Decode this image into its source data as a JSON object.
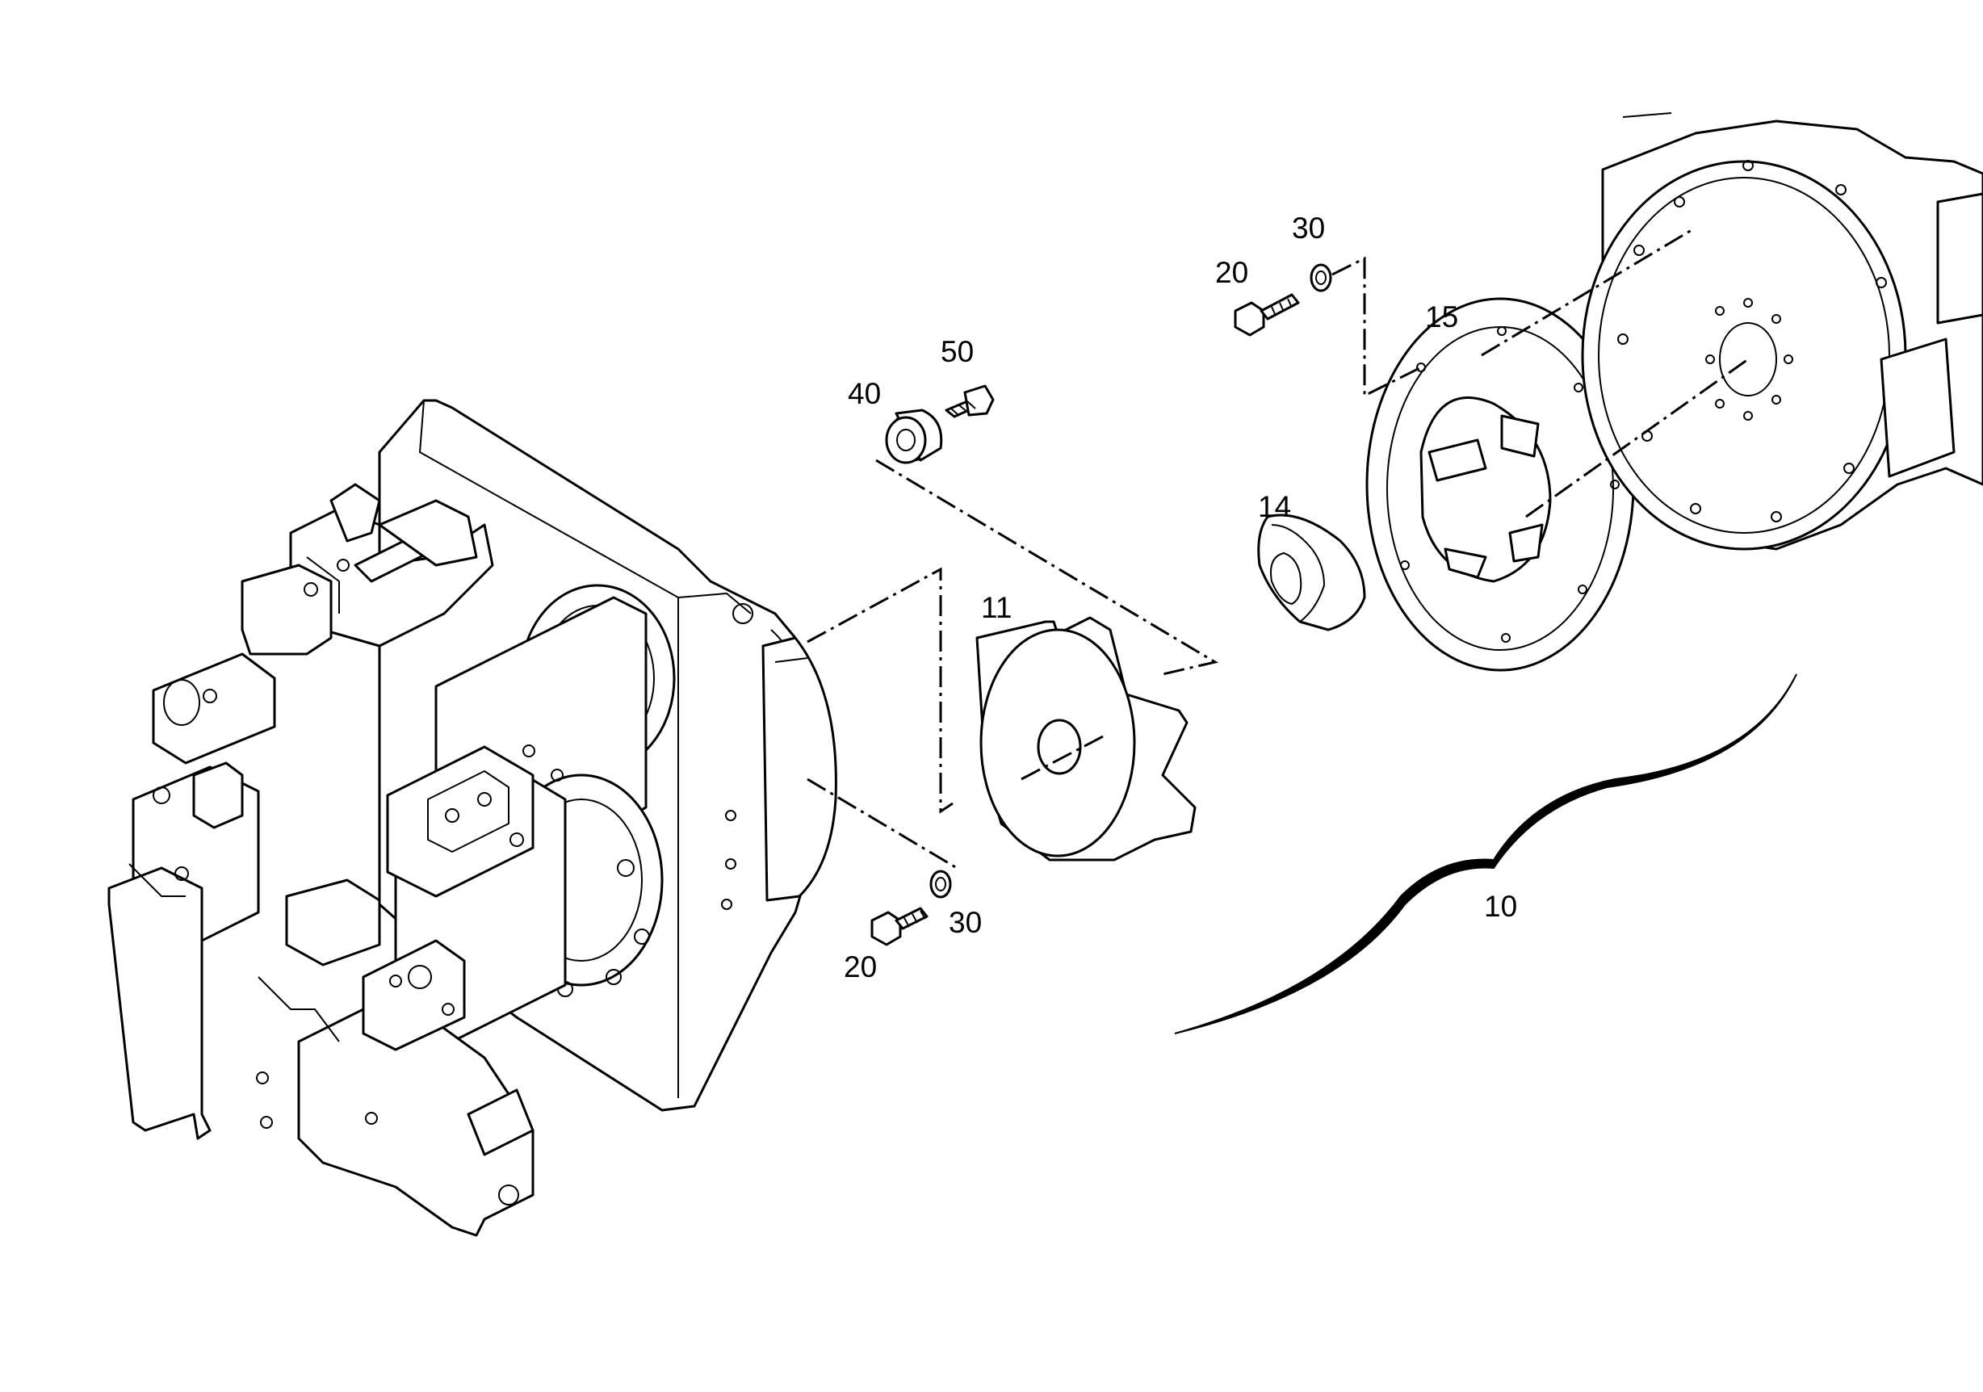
{
  "callouts": {
    "c10": "10",
    "c11": "11",
    "c14": "14",
    "c15": "15",
    "c20_top": "20",
    "c30_top": "30",
    "c20_bottom": "20",
    "c30_bottom": "30",
    "c40": "40",
    "c50": "50"
  }
}
